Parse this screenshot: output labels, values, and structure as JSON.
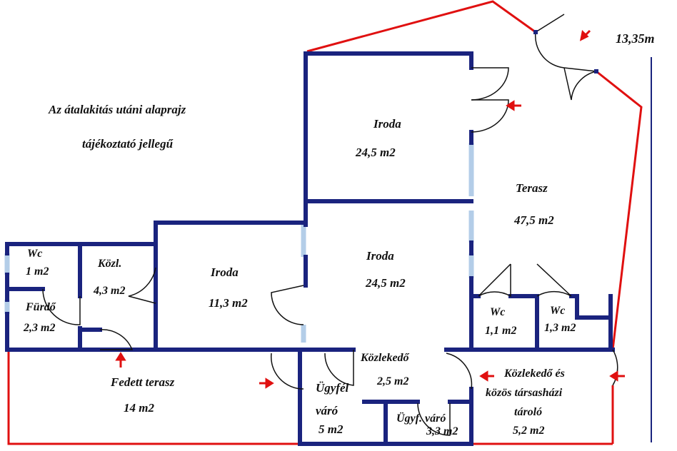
{
  "heading": {
    "line1": "Az átalakitás utáni alaprajz",
    "line2": "tájékoztató jellegű"
  },
  "dimension": "13,35m",
  "rooms": {
    "iroda_top": {
      "name": "Iroda",
      "area": "24,5 m2"
    },
    "iroda_mid": {
      "name": "Iroda",
      "area": "24,5 m2"
    },
    "iroda_left": {
      "name": "Iroda",
      "area": "11,3 m2"
    },
    "terasz": {
      "name": "Terasz",
      "area": "47,5 m2"
    },
    "wc_left": {
      "name": "Wc",
      "area": "1 m2"
    },
    "kozl": {
      "name": "Közl.",
      "area": "4,3 m2"
    },
    "furdo": {
      "name": "Fürdő",
      "area": "2,3 m2"
    },
    "wc_a": {
      "name": "Wc",
      "area": "1,1 m2"
    },
    "wc_b": {
      "name": "Wc",
      "area": "1,3 m2"
    },
    "fedett_terasz": {
      "name": "Fedett terasz",
      "area": "14 m2"
    },
    "ugyfel_varo": {
      "name_line1": "Ügyfél",
      "name_line2": "váró",
      "area": "5 m2"
    },
    "kozlekedo": {
      "name": "Közlekedő",
      "area": "2,5 m2"
    },
    "ugyf_varo_small": {
      "name": "Ügyf. váró",
      "area": "3,3 m2"
    },
    "kozlekedo_tarolo": {
      "line1": "Közlekedő és",
      "line2": "közös társasházi",
      "line3": "tároló",
      "area": "5,2 m2"
    }
  },
  "colors": {
    "wall": "#1a237e",
    "terrace_boundary": "#e01010",
    "window": "#b3cde8",
    "arrow": "#e01010",
    "text": "#111111"
  }
}
